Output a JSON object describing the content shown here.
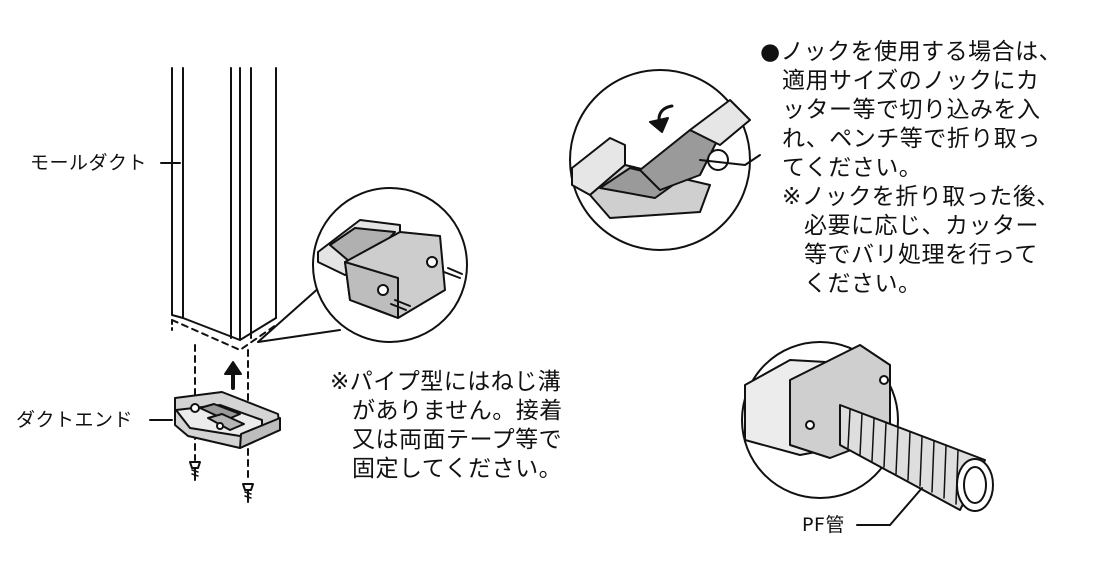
{
  "labels": {
    "mall_duct": "モールダクト",
    "duct_end": "ダクトエンド",
    "pf_pipe": "PF管"
  },
  "note_pipe": {
    "lines": [
      "※パイプ型にはねじ溝",
      "がありません。接着",
      "又は両面テープ等で",
      "固定してください。"
    ]
  },
  "note_knock": {
    "lines": [
      "●ノックを使用する場合は、",
      "適用サイズのノックにカ",
      "ッター等で切り込みを入",
      "れ、ペンチ等で折り取っ",
      "てください。",
      "※ノックを折り取った後、",
      "必要に応じ、カッター",
      "等でバリ処理を行って",
      "ください。"
    ]
  },
  "colors": {
    "line": "#111111",
    "part_fill": "#cfcfcf",
    "part_dark": "#9a9a9a",
    "part_light": "#e6e6e6"
  }
}
